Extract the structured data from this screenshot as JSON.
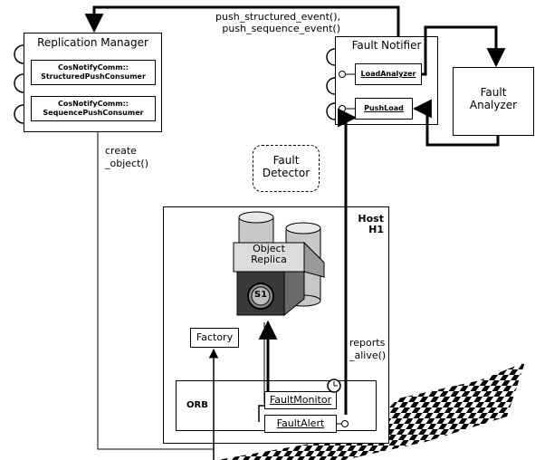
{
  "replication_manager": {
    "title": "Replication Manager",
    "iface1_line1": "CosNotifyComm::",
    "iface1_line2": "StructuredPushConsumer",
    "iface2_line1": "CosNotifyComm::",
    "iface2_line2": "SequencePushConsumer"
  },
  "push_label_line1": "push_structured_event(),",
  "push_label_line2": "push_sequence_event()",
  "fault_notifier": {
    "title": "Fault Notifier",
    "load_analyzer": "LoadAnalyzer",
    "push_load": "PushLoad"
  },
  "fault_analyzer": {
    "line1": "Fault",
    "line2": "Analyzer"
  },
  "create_label": {
    "line1": "create",
    "line2": "_object()"
  },
  "fault_detector": {
    "line1": "Fault",
    "line2": "Detector"
  },
  "host": {
    "line1": "Host",
    "line2": "H1"
  },
  "object_replica": {
    "line1": "Object",
    "line2": "Replica",
    "s1": "S1"
  },
  "factory": "Factory",
  "reports_label": {
    "line1": "reports",
    "line2": "_alive()"
  },
  "orb": "ORB",
  "fault_monitor": "FaultMonitor",
  "fault_alert": "FaultAlert"
}
